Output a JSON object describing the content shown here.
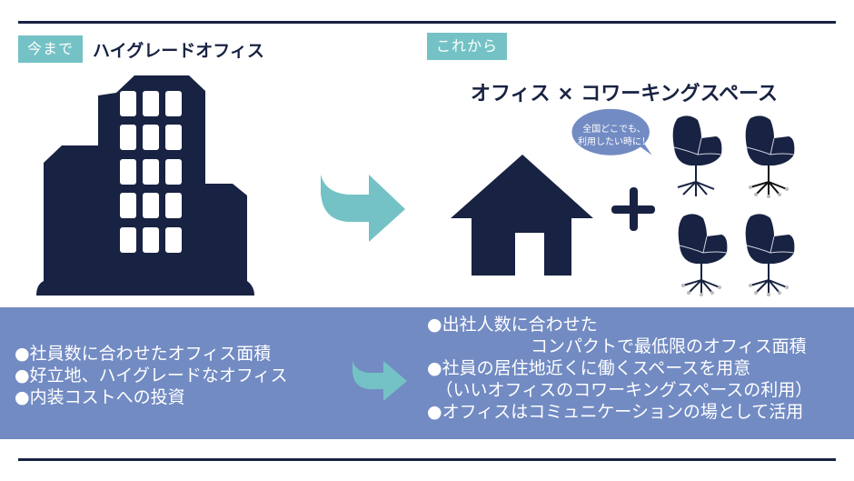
{
  "colors": {
    "navy": "#182242",
    "teal": "#74c2c5",
    "panel_blue": "#728bc3",
    "white": "#ffffff"
  },
  "left": {
    "tag": "今まで",
    "title": "ハイグレードオフィス",
    "icon": "office-building-icon",
    "points": [
      "●社員数に合わせたオフィス面積",
      "●好立地、ハイグレードなオフィス",
      "●内装コストへの投資"
    ]
  },
  "right": {
    "tag": "これから",
    "title": "オフィス × コワーキングスペース",
    "house_icon": "house-icon",
    "plus_icon": "plus-icon",
    "chair_icons": [
      "office-chair-icon",
      "office-chair-icon",
      "office-chair-icon",
      "office-chair-icon"
    ],
    "bubble": {
      "line1": "全国どこでも、",
      "line2": "利用したい時に！"
    },
    "points": [
      "●出社人数に合わせた",
      "　　　　　　コンパクトで最低限のオフィス面積",
      "●社員の居住地近くに働くスペースを用意",
      "　（いいオフィスのコワーキングスペースの利用）",
      "●オフィスはコミュニケーションの場として活用"
    ]
  },
  "arrows": {
    "top": "curved-arrow-right-icon",
    "bottom": "curved-arrow-right-icon"
  }
}
